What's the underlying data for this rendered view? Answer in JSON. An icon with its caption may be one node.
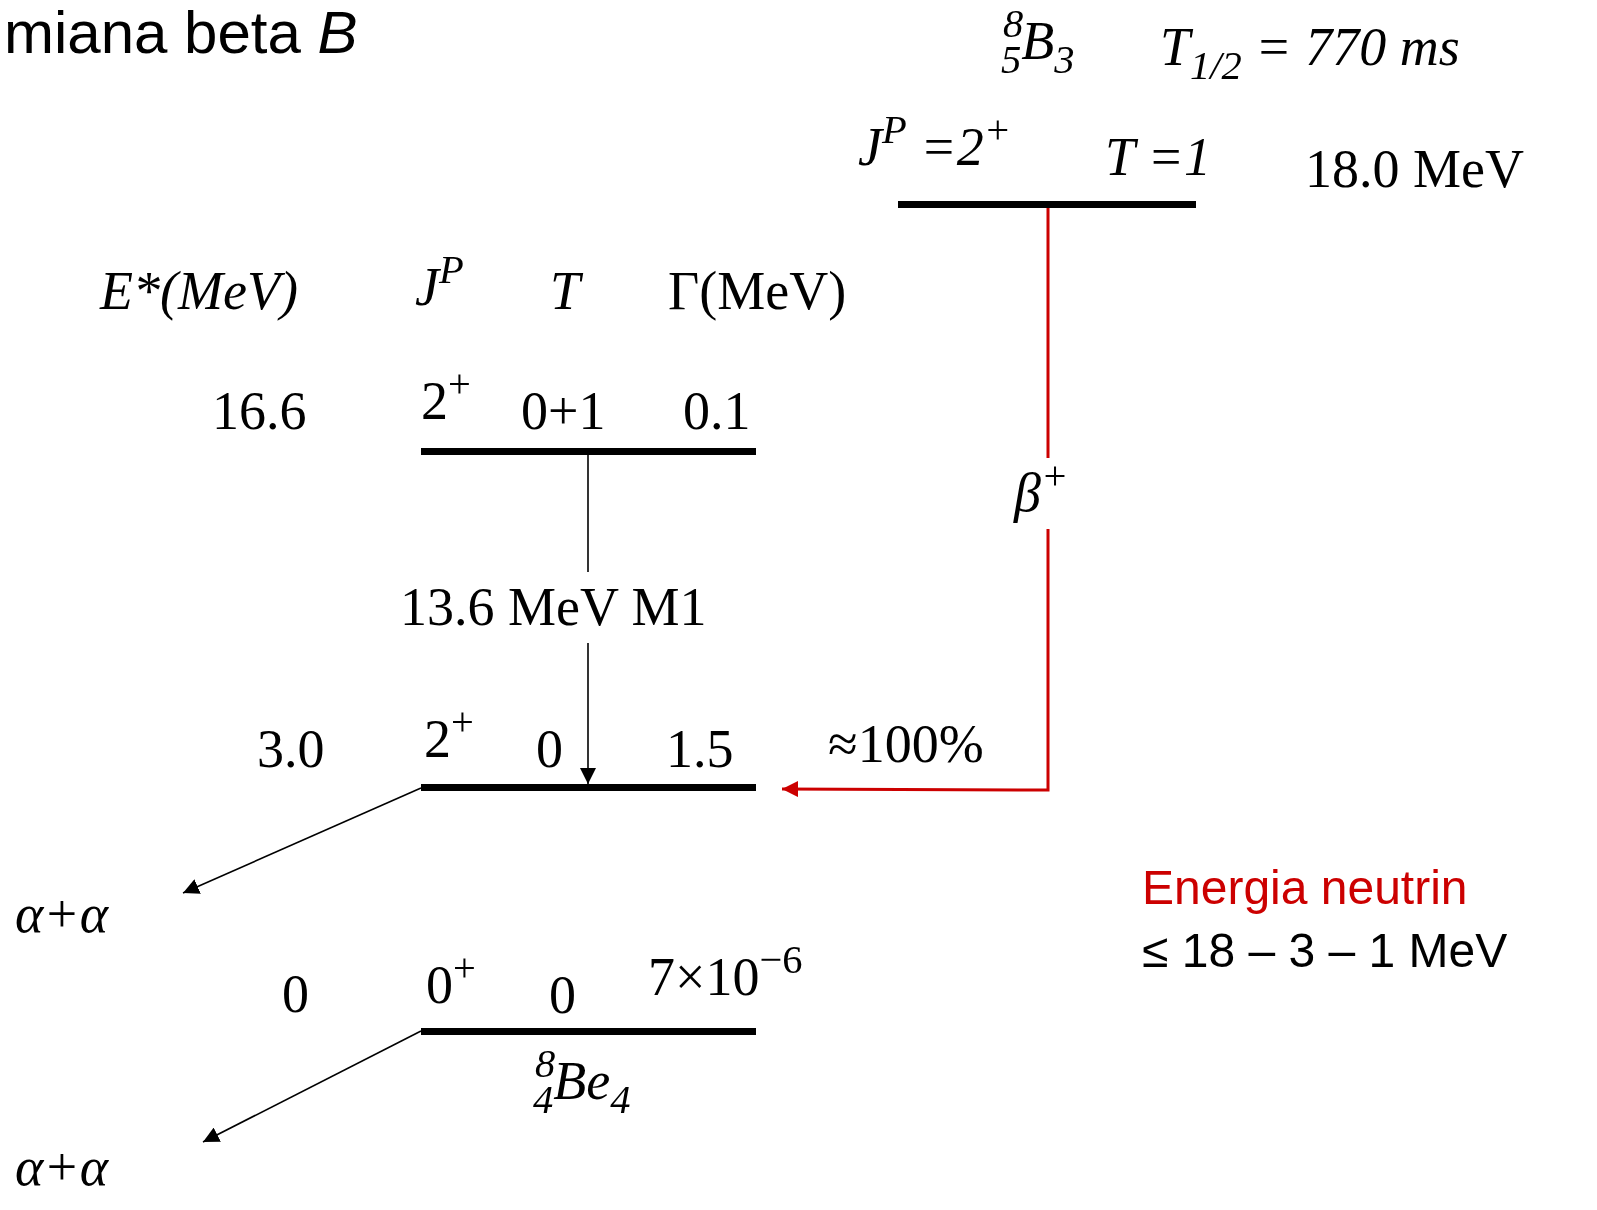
{
  "diagram": {
    "title": "miana beta *B*",
    "nodes": [
      {
        "text": [
          "J$^{P}$ =2$^{+}$",
          "T =1"
        ],
        "beside": [
          "18.0 MeV"
        ]
      },
      {
        "text": [
          "2$^{+}$",
          "0+1",
          "0.1"
        ],
        "beside": [
          "16.6"
        ]
      },
      {
        "text": [
          "2$^{+}$",
          "0",
          "1.5"
        ],
        "beside": [
          "3.0"
        ]
      },
      {
        "text": [
          "0$^{+}$",
          "0",
          "7×10$^{−6}$"
        ],
        "beside": [
          "0",
          "$^{8}$$_{4}$Be$_{4}$"
        ]
      },
      {
        "text": [
          "α+α"
        ]
      },
      {
        "text": [
          "α+α"
        ]
      }
    ],
    "edges": [
      {
        "from": 0,
        "to": 2,
        "arrow": "to",
        "label": "β$^{+}$",
        "color": "#cc0000"
      },
      {
        "from": 1,
        "to": 2,
        "arrow": "to",
        "label": "13.6 MeV M1"
      },
      {
        "from": 2,
        "to": 4,
        "arrow": "to"
      },
      {
        "from": 3,
        "to": 5,
        "arrow": "to"
      }
    ],
    "labels": [
      "$^{8}$$_{5}$B$_{3}$",
      "T$_{1/2}$ = 770 ms",
      "E*(MeV)",
      "J$^{P}$",
      "T",
      "Γ(MeV)",
      "≈100%",
      "Energia neutrin",
      "≤  18 – 3 – 1 MeV"
    ]
  }
}
